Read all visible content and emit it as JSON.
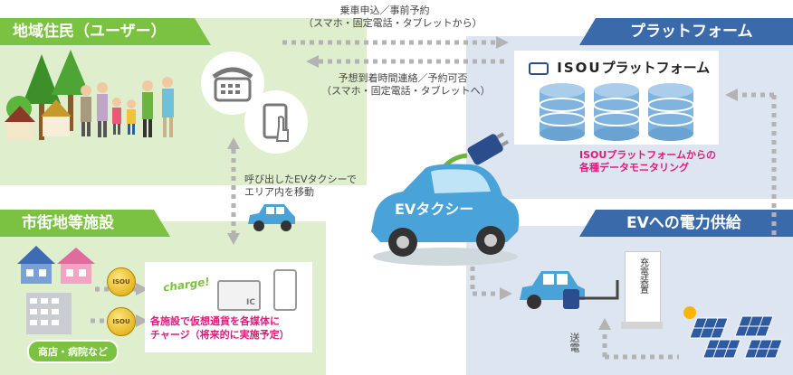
{
  "residents": {
    "title": "地域住民（ユーザー）"
  },
  "platform": {
    "title": "プラットフォーム",
    "logo_text": "ISOU",
    "logo_suffix": "プラットフォーム",
    "monitoring_line1": "ISOUプラットフォームからの",
    "monitoring_line2": "各種データモニタリング"
  },
  "facilities": {
    "title": "市街地等施設",
    "tag": "商店・病院など",
    "charge_text": "charge!",
    "ic_text": "IC",
    "coin_text": "ISOU",
    "note_line1": "各施設で仮想通貨を各媒体に",
    "note_line2": "チャージ（将来的に実施予定）"
  },
  "power": {
    "title": "EVへの電力供給",
    "charger_label": "充電装置",
    "transmission_label": "送電"
  },
  "arrows": {
    "top_line1": "乗車申込／事前予約",
    "top_line2": "（スマホ・固定電話・タブレットから）",
    "mid_line1": "予想到着時間連絡／予約可否",
    "mid_line2": "（スマホ・固定電話・タブレットへ）",
    "dispatch_line1": "呼び出したEVタクシーで",
    "dispatch_line2": "エリア内を移動"
  },
  "ev_taxi": {
    "label": "EVタクシー"
  },
  "colors": {
    "green_header": "#7cc242",
    "blue_header": "#3a6aaa",
    "green_panel": "#dfeecd",
    "blue_panel": "#dde6f0",
    "accent_pink": "#e0197d",
    "car_blue": "#4aa3d8"
  }
}
